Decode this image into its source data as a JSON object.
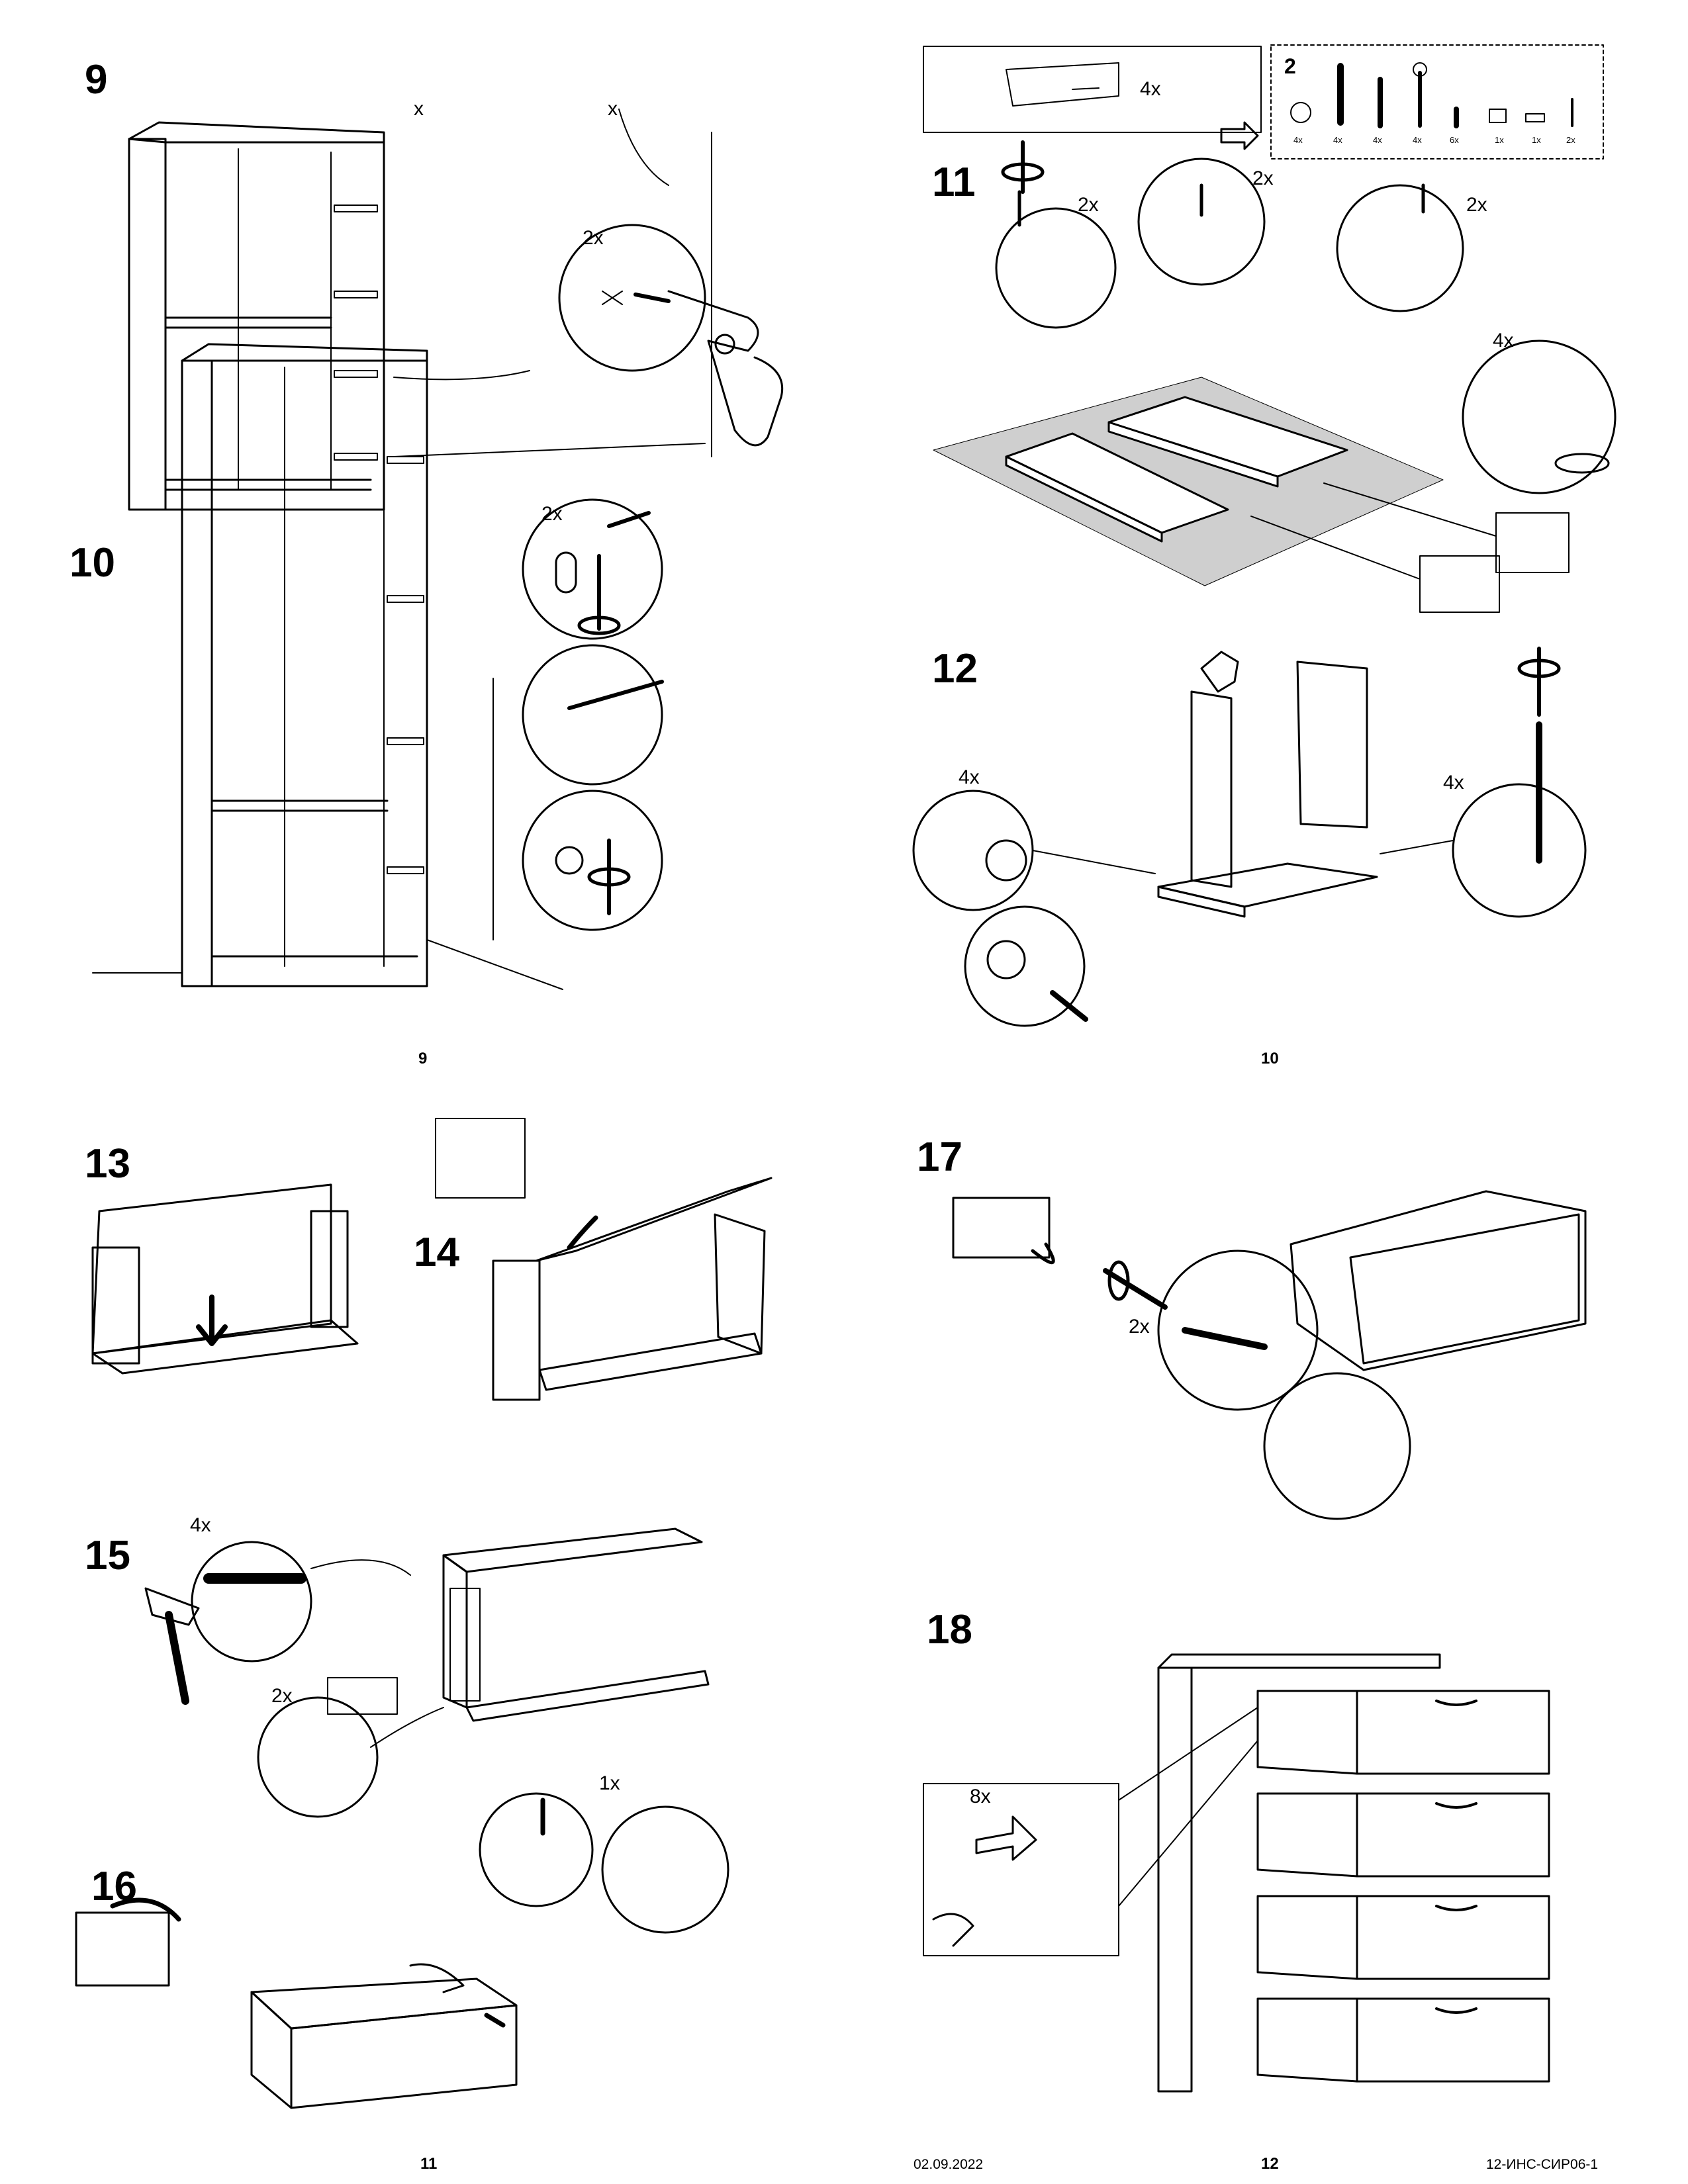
{
  "steps": {
    "s9": {
      "number": "9",
      "qty_x_a": "x",
      "qty_x_b": "x",
      "qty": "2x"
    },
    "s10": {
      "number": "10",
      "qty": "2x"
    },
    "s11": {
      "number": "11",
      "qty_a": "2x",
      "qty_b": "2x",
      "qty_c": "2x",
      "qty_d": "4x"
    },
    "s12": {
      "number": "12",
      "qty_a": "4x",
      "qty_b": "4x"
    },
    "s13": {
      "number": "13"
    },
    "s14": {
      "number": "14"
    },
    "s15": {
      "number": "15",
      "qty_a": "4x",
      "qty_b": "2x"
    },
    "s16": {
      "number": "16",
      "qty": "1x"
    },
    "s17": {
      "number": "17",
      "qty": "2x"
    },
    "s18": {
      "number": "18",
      "qty": "8x"
    }
  },
  "drawer_box": {
    "qty": "4x"
  },
  "parts_box": {
    "title": "2",
    "items": [
      "4x",
      "4x",
      "4x",
      "4x",
      "6x",
      "1x",
      "1x",
      "2x"
    ]
  },
  "page_numbers": {
    "p9": "9",
    "p10": "10",
    "p11": "11",
    "p12": "12"
  },
  "footer": {
    "date": "02.09.2022",
    "doc_code": "12-ИНС-СИР06-1"
  },
  "colors": {
    "ink": "#000000",
    "rug": "#cfcfcf",
    "paper": "#ffffff"
  },
  "icons": [
    "drill-icon",
    "screwdriver-icon",
    "hammer-icon",
    "hand-icon",
    "arrow-icon",
    "rotate-arrow-icon"
  ]
}
